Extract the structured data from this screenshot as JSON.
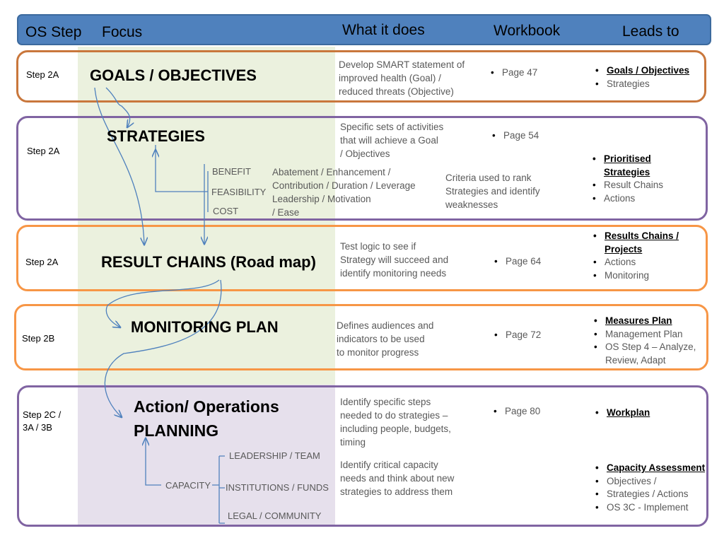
{
  "header": {
    "os_step": "OS Step",
    "focus": "Focus",
    "what_it_does": "What it does",
    "workbook": "Workbook",
    "leads_to": "Leads to"
  },
  "rows": [
    {
      "step": "Step 2A",
      "focus": "GOALS / OBJECTIVES",
      "what_it_does": [
        "Develop SMART statement of",
        "improved health (Goal) /",
        "reduced threats (Objective)"
      ],
      "workbook": "Page 47",
      "leads_to": [
        {
          "text": "Goals / Objectives",
          "strong": true
        },
        {
          "text": "Strategies",
          "strong": false
        }
      ]
    },
    {
      "step": "Step 2A",
      "focus": "STRATEGIES",
      "what_it_does": [
        "Specific sets of activities",
        "that will achieve a Goal",
        "/ Objectives"
      ],
      "criteria": [
        "BENEFIT",
        "FEASIBILITY",
        "COST"
      ],
      "criteria_detail": [
        "Abatement / Enhancement /",
        "Contribution / Duration / Leverage",
        "Leadership / Motivation",
        "/ Ease"
      ],
      "criteria_note": [
        "Criteria used to rank",
        "Strategies and identify",
        "weaknesses"
      ],
      "workbook": "Page 54",
      "leads_to": [
        {
          "text": "Prioritised",
          "strong": true
        },
        {
          "text": "Result Chains",
          "strong": false
        },
        {
          "text": "Actions",
          "strong": false
        }
      ],
      "leads_to_cont": "Strategies"
    },
    {
      "step": "Step 2A",
      "focus": "RESULT CHAINS (Road map)",
      "what_it_does": [
        "Test logic to see if",
        "Strategy will succeed and",
        "identify monitoring needs"
      ],
      "workbook": "Page 64",
      "leads_to": [
        {
          "text": "Results Chains /",
          "strong": true
        },
        {
          "text": "Actions",
          "strong": false
        },
        {
          "text": "Monitoring",
          "strong": false
        }
      ],
      "leads_to_cont": "Projects"
    },
    {
      "step": "Step 2B",
      "focus": "MONITORING PLAN",
      "what_it_does": [
        "Defines audiences and",
        "indicators to be used",
        "to monitor progress"
      ],
      "workbook": "Page 72",
      "leads_to": [
        {
          "text": "Measures Plan",
          "strong": true
        },
        {
          "text": "Management Plan",
          "strong": false
        },
        {
          "text": "OS Step 4 – Analyze,",
          "strong": false
        }
      ],
      "leads_to_cont": "Review, Adapt"
    },
    {
      "step": [
        "Step 2C /",
        "3A / 3B"
      ],
      "focus": [
        "Action/ Operations",
        "PLANNING"
      ],
      "what_it_does": [
        "Identify specific steps",
        "needed to do strategies –",
        "including people, budgets,",
        "timing"
      ],
      "what_it_does_2": [
        "Identify critical capacity",
        "needs and think about new",
        "strategies to address them"
      ],
      "capacity": "CAPACITY",
      "capacity_items": [
        "LEADERSHIP / TEAM",
        "INSTITUTIONS / FUNDS",
        "LEGAL / COMMUNITY"
      ],
      "workbook": "Page 80",
      "leads_to": [
        {
          "text": "Workplan",
          "strong": true
        }
      ],
      "leads_to_2": [
        {
          "text": "Capacity Assessment",
          "strong": true
        },
        {
          "text": "Objectives /",
          "strong": false
        },
        {
          "text": "Strategies / Actions",
          "strong": false
        },
        {
          "text": "OS 3C - Implement",
          "strong": false
        }
      ]
    }
  ],
  "colors": {
    "header_bg": "#4f81bd",
    "band_orange": "#f79646",
    "band_brown": "#c9773c",
    "band_purple": "#8064a2",
    "focus_green": "#ebf1de",
    "focus_purple": "#e6e0ec",
    "connector": "#4f81bd"
  }
}
